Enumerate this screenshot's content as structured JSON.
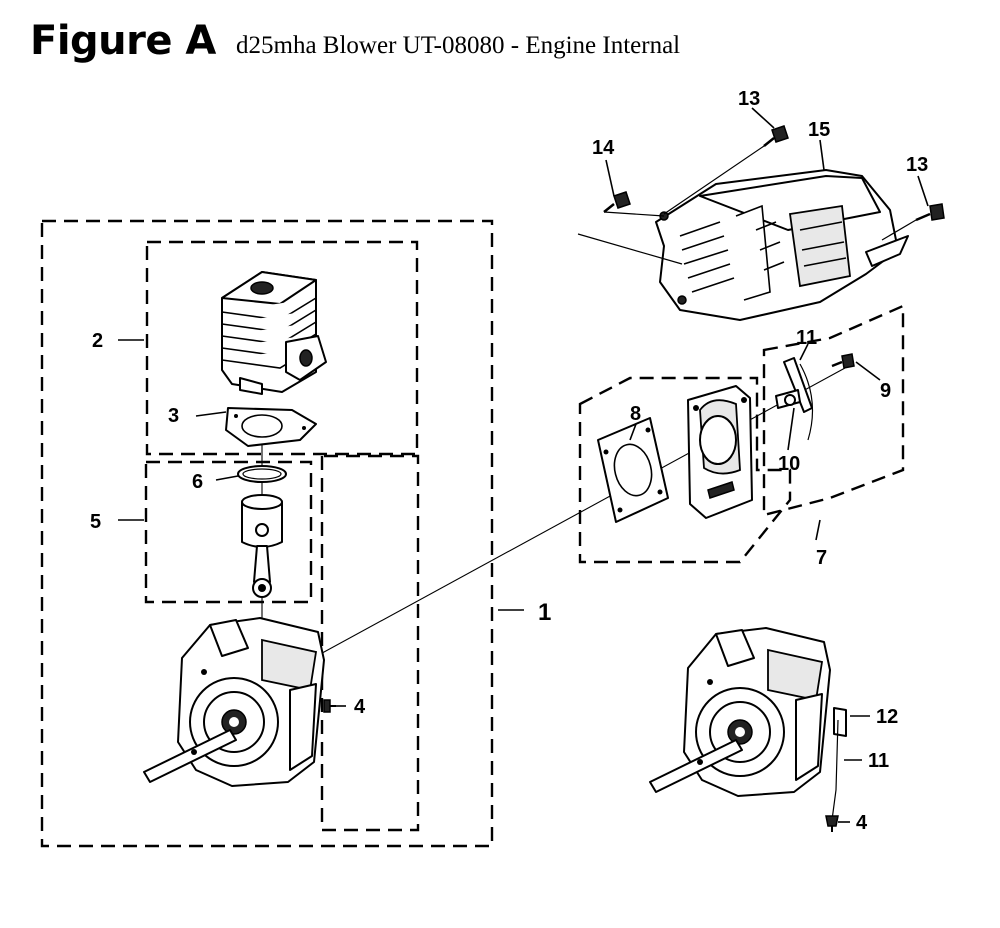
{
  "figure_label": "Figure A",
  "figure_title": "d25mha Blower UT-08080 - Engine Internal",
  "callouts": [
    {
      "id": "1",
      "text": "1"
    },
    {
      "id": "2",
      "text": "2"
    },
    {
      "id": "3",
      "text": "3"
    },
    {
      "id": "4a",
      "text": "4"
    },
    {
      "id": "4b",
      "text": "4"
    },
    {
      "id": "5",
      "text": "5"
    },
    {
      "id": "6",
      "text": "6"
    },
    {
      "id": "7",
      "text": "7"
    },
    {
      "id": "8",
      "text": "8"
    },
    {
      "id": "9",
      "text": "9"
    },
    {
      "id": "10",
      "text": "10"
    },
    {
      "id": "11a",
      "text": "11"
    },
    {
      "id": "11b",
      "text": "11"
    },
    {
      "id": "12",
      "text": "12"
    },
    {
      "id": "13a",
      "text": "13"
    },
    {
      "id": "13b",
      "text": "13"
    },
    {
      "id": "14",
      "text": "14"
    },
    {
      "id": "15",
      "text": "15"
    }
  ]
}
